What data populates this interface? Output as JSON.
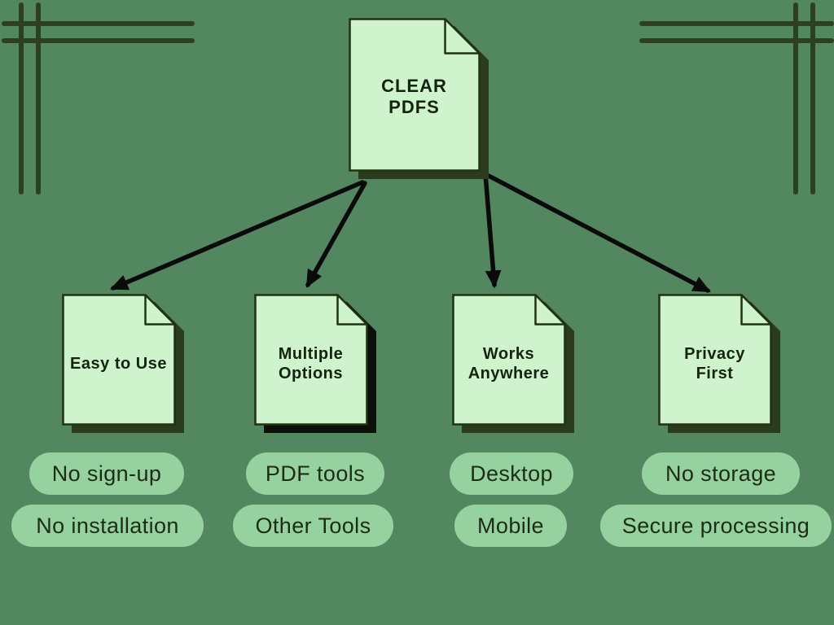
{
  "palette": {
    "bg": "#538760",
    "doc-fill": "#cff3cd",
    "doc-border": "#1f330f",
    "doc-shadow": "#2b3b1e",
    "doc-shadow-dark": "#0d100a",
    "pill-fill": "#96d29f",
    "pill-text": "#1c2c15",
    "text-dark": "#132310",
    "arrow": "#0a0a0a",
    "corner-line": "#2c3f1e"
  },
  "root": {
    "label": "CLEAR\nPDFS"
  },
  "nodes": [
    {
      "label": "Easy to Use",
      "tags": [
        "No sign-up",
        "No installation"
      ]
    },
    {
      "label": "Multiple\nOptions",
      "tags": [
        "PDF tools",
        "Other Tools"
      ]
    },
    {
      "label": "Works\nAnywhere",
      "tags": [
        "Desktop",
        "Mobile"
      ]
    },
    {
      "label": "Privacy\nFirst",
      "tags": [
        "No storage",
        "Secure processing"
      ]
    }
  ]
}
